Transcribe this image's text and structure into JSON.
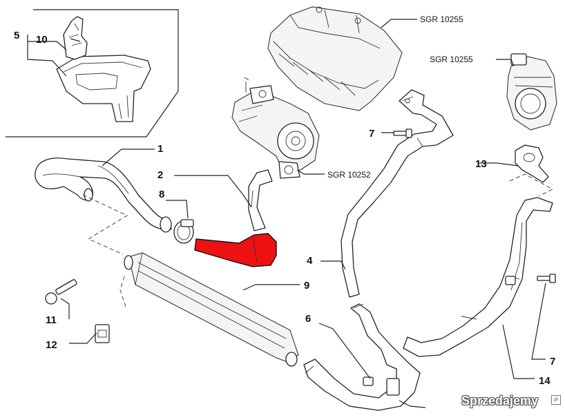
{
  "callouts": [
    {
      "id": "1",
      "label": "1"
    },
    {
      "id": "2",
      "label": "2"
    },
    {
      "id": "4",
      "label": "4"
    },
    {
      "id": "5",
      "label": "5"
    },
    {
      "id": "6",
      "label": "6"
    },
    {
      "id": "7a",
      "label": "7"
    },
    {
      "id": "7b",
      "label": "7"
    },
    {
      "id": "8",
      "label": "8"
    },
    {
      "id": "9",
      "label": "9"
    },
    {
      "id": "10",
      "label": "10"
    },
    {
      "id": "11",
      "label": "11"
    },
    {
      "id": "12",
      "label": "12"
    },
    {
      "id": "13",
      "label": "13"
    },
    {
      "id": "14",
      "label": "14"
    }
  ],
  "references": {
    "manifold": "SGR 10255",
    "throttle": "SGR 10255",
    "turbo": "SGR 10252"
  },
  "highlight_color": "#ee1111",
  "watermark": {
    "text": "Sprzedajemy",
    "badge": "pl"
  }
}
